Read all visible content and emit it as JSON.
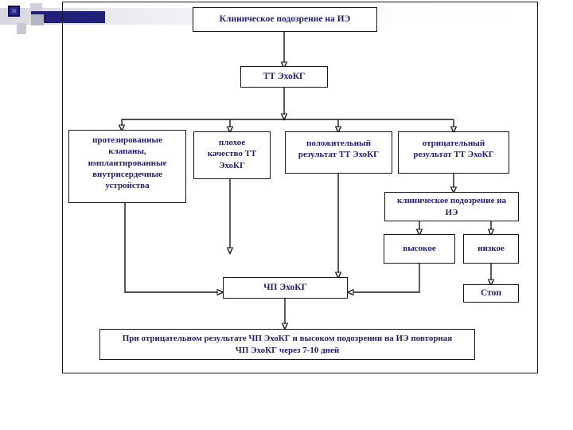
{
  "slide": {
    "accent_color": "#20207a",
    "text_color": "#1e1e78",
    "nodes": {
      "title": "Клиническое подозрение на ИЭ",
      "tt_echo": "ТТ ЭхоКГ",
      "prosthetic": [
        "протезированные",
        "клапаны,",
        "имплантированные",
        "внутрисердечные",
        "устройства"
      ],
      "poor_quality": [
        "плохое",
        "качество ТТ",
        "ЭхоКГ"
      ],
      "positive_result": [
        "положительный",
        "результат ТТ ЭхоКГ"
      ],
      "negative_result": [
        "отрицательный",
        "результат ТТ ЭхоКГ"
      ],
      "clinical_suspicion": [
        "клиническое подозрение на",
        "ИЭ"
      ],
      "high": "высокое",
      "low": "низкое",
      "tee_echo": "ЧП ЭхоКГ",
      "stop": "Стоп",
      "note": [
        "При отрицательном результате ЧП ЭхоКГ и высоком подозрении на ИЭ повторная",
        "ЧП ЭхоКГ через 7-10 дней"
      ]
    }
  }
}
